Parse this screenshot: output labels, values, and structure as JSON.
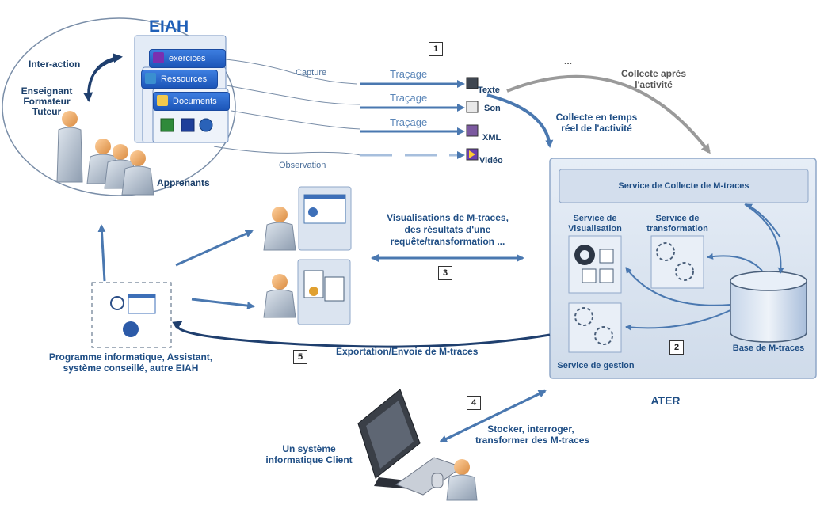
{
  "eiah": {
    "title": "EIAH",
    "interaction": "Inter-action",
    "teacher": [
      "Enseignant",
      "Formateur",
      "Tuteur"
    ],
    "learners": "Apprenants",
    "windows": [
      "exercices",
      "Ressources",
      "Documents"
    ]
  },
  "tracing": {
    "step": "1",
    "capture": "Capture",
    "observation": "Observation",
    "track_label": "Traçage",
    "ellipsis": "...",
    "types": [
      "Texte",
      "Son",
      "XML",
      "Vidéo"
    ]
  },
  "collect": {
    "after": [
      "Collecte après",
      "l'activité"
    ],
    "realtime": [
      "Collecte en temps",
      "réel de l'activité"
    ]
  },
  "ater": {
    "name": "ATER",
    "collect_service": "Service de Collecte de M-traces",
    "visualisation": [
      "Service de",
      "Visualisation"
    ],
    "transformation": [
      "Service de",
      "transformation"
    ],
    "gestion": "Service de gestion",
    "database": "Base de M-traces",
    "step": "2"
  },
  "visualisation": {
    "step": "3",
    "text": [
      "Visualisations de M-traces,",
      "des résultats d'une",
      "requête/transformation ..."
    ]
  },
  "client": {
    "step": "4",
    "label": [
      "Un système",
      "informatique Client"
    ],
    "action": [
      "Stocker, interroger,",
      "transformer des M-traces"
    ]
  },
  "export": {
    "step": "5",
    "text": "Exportation/Envoie de M-traces",
    "program": [
      "Programme informatique, Assistant,",
      "système conseillé, autre EIAH"
    ]
  },
  "colors": {
    "arrow": "#4a78b0",
    "dark_arrow": "#1f3f6e",
    "grey_arrow": "#9a9a9a",
    "ater_panel": "#dde6f1",
    "title": "#1f5fb8"
  }
}
